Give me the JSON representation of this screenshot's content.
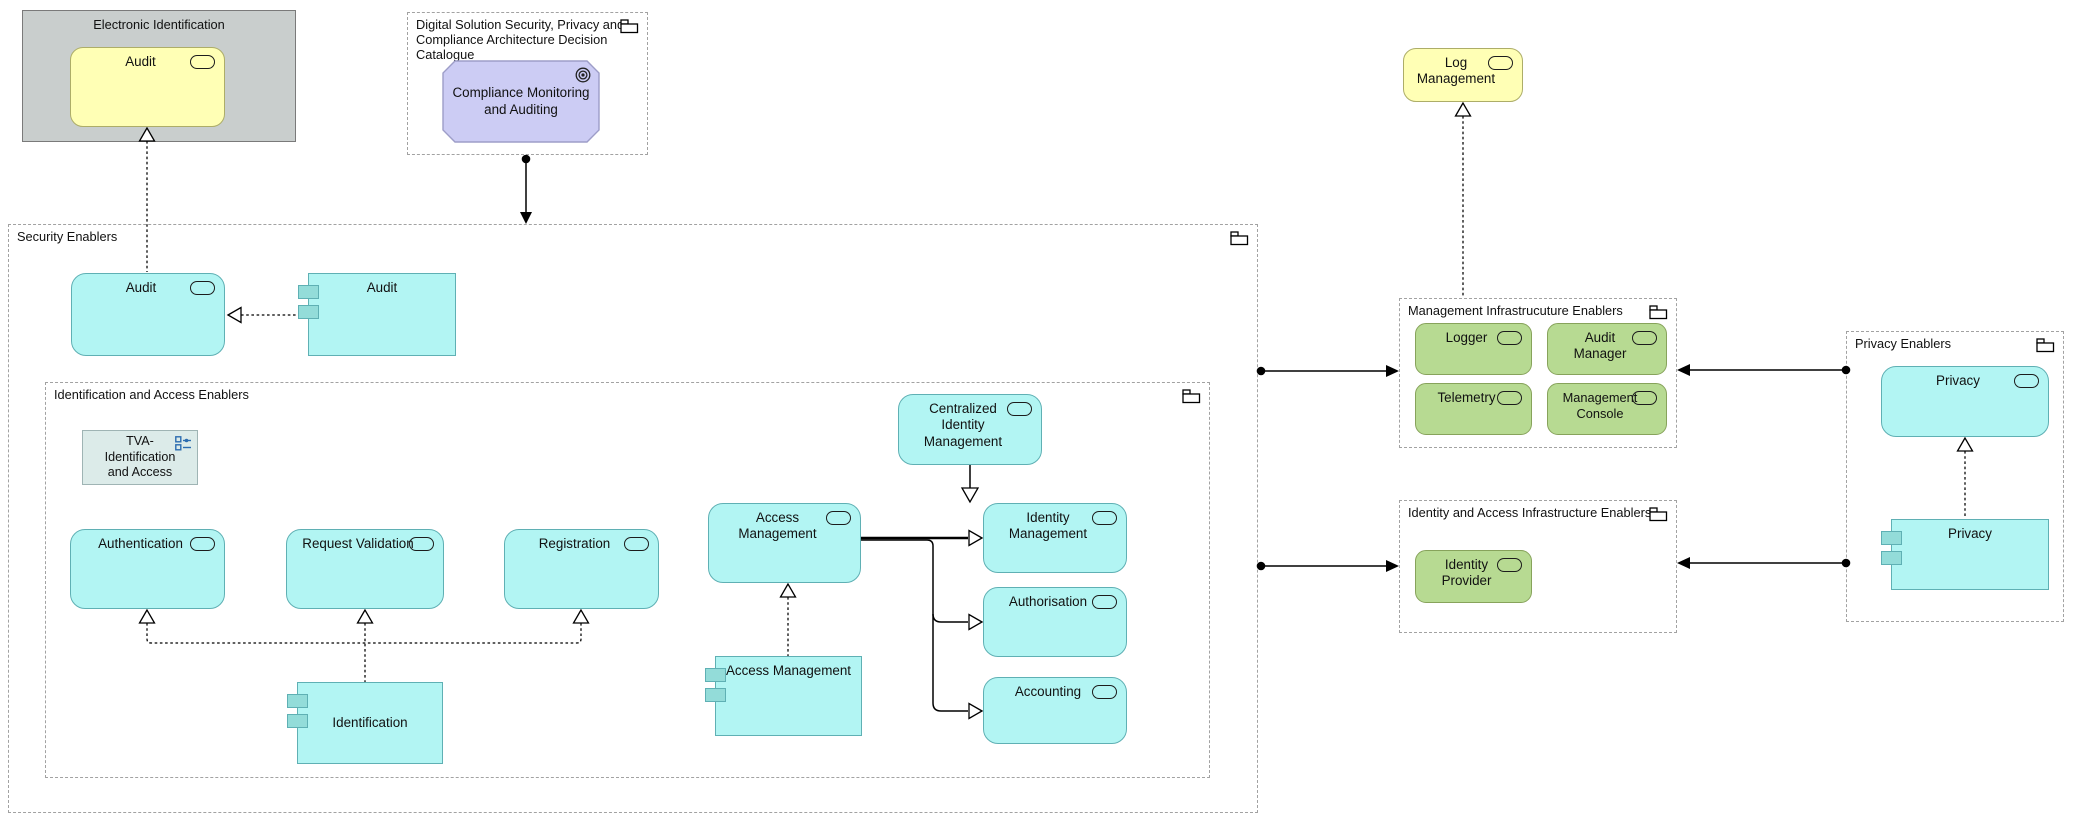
{
  "groups": {
    "electronic_identification": {
      "title": "Electronic Identification"
    },
    "digital_solution": {
      "title": "Digital Solution Security, Privacy and\nCompliance Architecture Decision\nCatalogue"
    },
    "security_enablers": {
      "title": "Security Enablers"
    },
    "identification_access": {
      "title": "Identification and Access Enablers"
    },
    "management_infra": {
      "title": "Management Infrastrucuture Enablers"
    },
    "identity_access_infra": {
      "title": "Identity and Access Infrastructure Enablers"
    },
    "privacy_enablers": {
      "title": "Privacy Enablers"
    }
  },
  "nodes": {
    "audit_app": {
      "label": "Audit",
      "type": "application-service"
    },
    "compliance_monitoring": {
      "label": "Compliance Monitoring\nand Auditing",
      "type": "motivation"
    },
    "audit_service": {
      "label": "Audit",
      "type": "application-service"
    },
    "audit_component": {
      "label": "Audit",
      "type": "application-component"
    },
    "tva": {
      "label": "TVA-\nIdentification\nand Access",
      "type": "view-reference"
    },
    "authentication": {
      "label": "Authentication",
      "type": "application-service"
    },
    "request_validation": {
      "label": "Request Validation",
      "type": "application-service"
    },
    "registration": {
      "label": "Registration",
      "type": "application-service"
    },
    "access_mgmt_service": {
      "label": "Access Management",
      "type": "application-service"
    },
    "centralized_idm": {
      "label": "Centralized\nIdentity\nManagement",
      "type": "application-service"
    },
    "identity_mgmt": {
      "label": "Identity\nManagement",
      "type": "application-service"
    },
    "authorisation": {
      "label": "Authorisation",
      "type": "application-service"
    },
    "accounting": {
      "label": "Accounting",
      "type": "application-service"
    },
    "identification": {
      "label": "Identification",
      "type": "application-component"
    },
    "access_mgmt_component": {
      "label": "Access Management",
      "type": "application-component"
    },
    "log_mgmt": {
      "label": "Log\nManagement",
      "type": "application-service"
    },
    "logger": {
      "label": "Logger",
      "type": "infrastructure-service"
    },
    "audit_manager": {
      "label": "Audit\nManager",
      "type": "infrastructure-service"
    },
    "telemetry": {
      "label": "Telemetry",
      "type": "infrastructure-service"
    },
    "mgmt_console": {
      "label": "Management\nConsole",
      "type": "infrastructure-service"
    },
    "identity_provider": {
      "label": "Identity\nProvider",
      "type": "infrastructure-service"
    },
    "privacy_service": {
      "label": "Privacy",
      "type": "application-service"
    },
    "privacy_component": {
      "label": "Privacy",
      "type": "application-component"
    }
  },
  "colors": {
    "service_cyan": "#b2f5f3",
    "cyan_border": "#5fb0b4",
    "infra_green": "#b7da92",
    "green_border": "#87a35b",
    "app_yellow": "#ffffb5",
    "yellow_border": "#adad68",
    "motivation_purple": "#ccccf4",
    "purple_border": "#9d9dc8",
    "grouping_gray": "#c9cecd",
    "tva_fill": "#dcebe9",
    "container_border": "#a2a2a2",
    "line": "#000000"
  }
}
